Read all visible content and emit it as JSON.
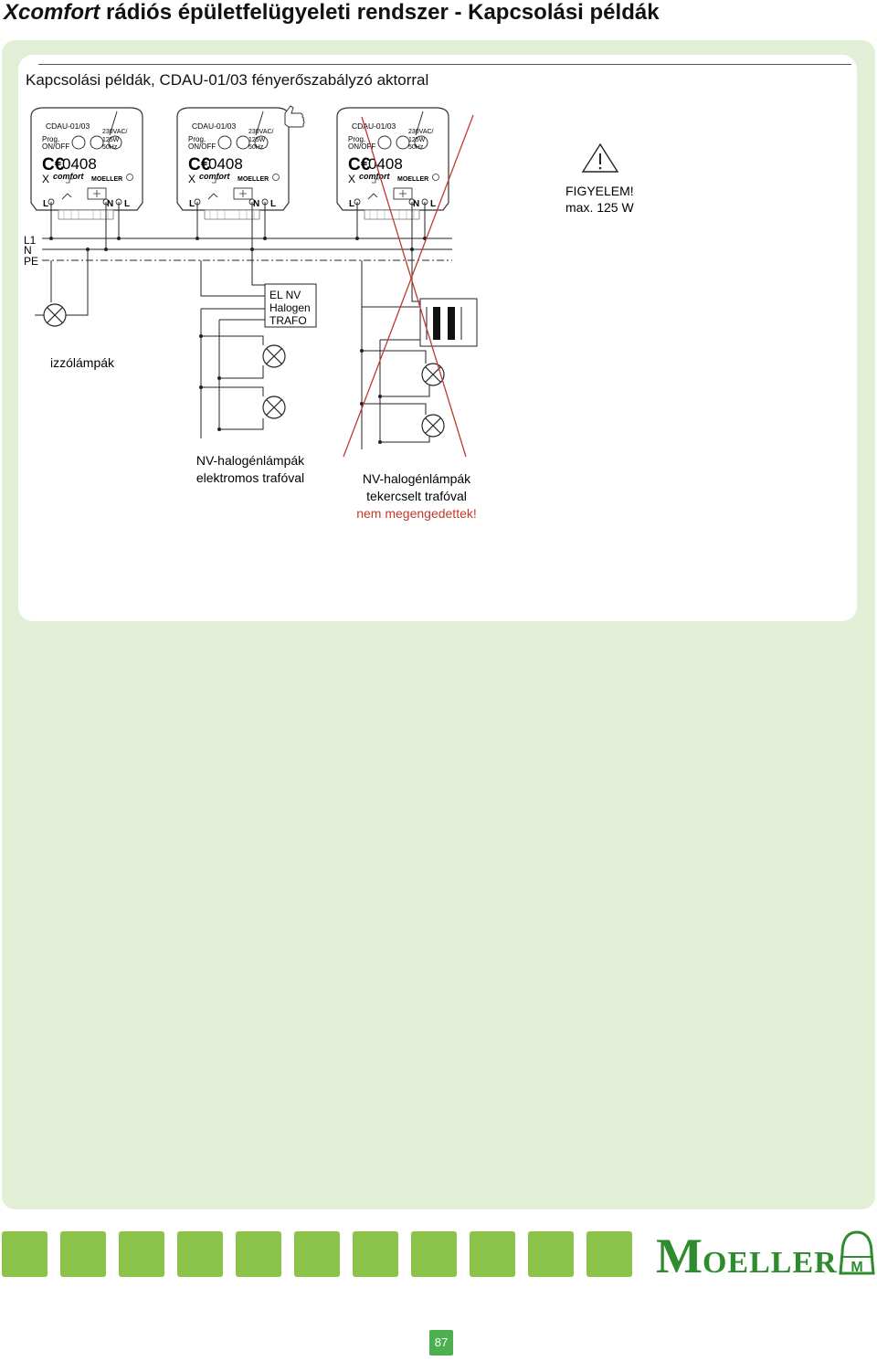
{
  "page": {
    "title_italic": "Xcomfort",
    "title_rest": " rádiós épületfelügyeleti rendszer - Kapcsolási példák",
    "page_number": "87"
  },
  "section": {
    "title": "Kapcsolási példák, CDAU-01/03 fényerőszabályzó aktorral"
  },
  "device": {
    "model": "CDAU-01/03",
    "prog": "Prog.",
    "onoff": "ON/OFF",
    "spec1": "230VAC/",
    "spec2": "125W",
    "spec3": "50Hz",
    "ce": "C€",
    "cert": "0408",
    "brand_x": "X",
    "brand_comfort": "comfort",
    "brand_moeller": "MOELLER",
    "term_l": "L",
    "term_n": "N",
    "term_l2": "L"
  },
  "rails": {
    "l1": "L1",
    "n": "N",
    "pe": "PE"
  },
  "warning": {
    "line1": "FIGYELEM!",
    "line2": "max. 125 W"
  },
  "trafo": {
    "line1": "EL NV",
    "line2": "Halogen",
    "line3": "TRAFO"
  },
  "captions": {
    "incandescent": "izzólámpák",
    "electronic_line1": "NV-halogénlámpák",
    "electronic_line2": "elektromos trafóval",
    "wound_line1": "NV-halogénlámpák",
    "wound_line2": "tekercselt trafóval",
    "wound_line3": "nem megengedettek!"
  },
  "colors": {
    "accent_green": "#8bc34a",
    "brand_green": "#2e8b2e",
    "panel_bg": "#e2efd6",
    "warning_red": "#c0392b"
  },
  "footer": {
    "brand_initial": "M",
    "brand_rest": "OELLER",
    "emblem_letter": "M"
  }
}
